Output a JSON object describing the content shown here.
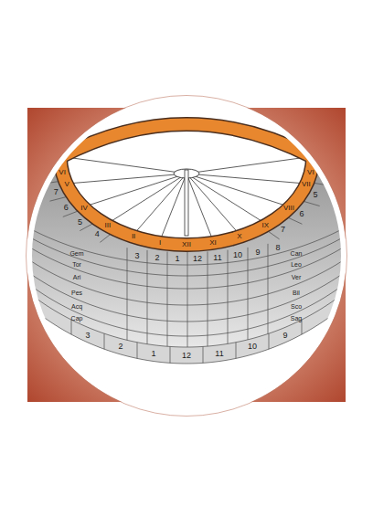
{
  "diagram": {
    "labels": [
      "VI",
      "V",
      "IV",
      "III",
      "II",
      "I",
      "XII",
      "XI",
      "X",
      "IX",
      "VIII",
      "VII",
      "VI",
      "7",
      "6",
      "5",
      "4",
      "3",
      "2",
      "1",
      "12",
      "11",
      "10",
      "9",
      "8",
      "7",
      "6",
      "5",
      "Gem",
      "Tor",
      "Ari",
      "Pes",
      "Acq",
      "Cap",
      "Can",
      "Leo",
      "Ver",
      "Bil",
      "Sco",
      "Sag",
      "3",
      "2",
      "1",
      "12",
      "11",
      "10",
      "9"
    ]
  }
}
